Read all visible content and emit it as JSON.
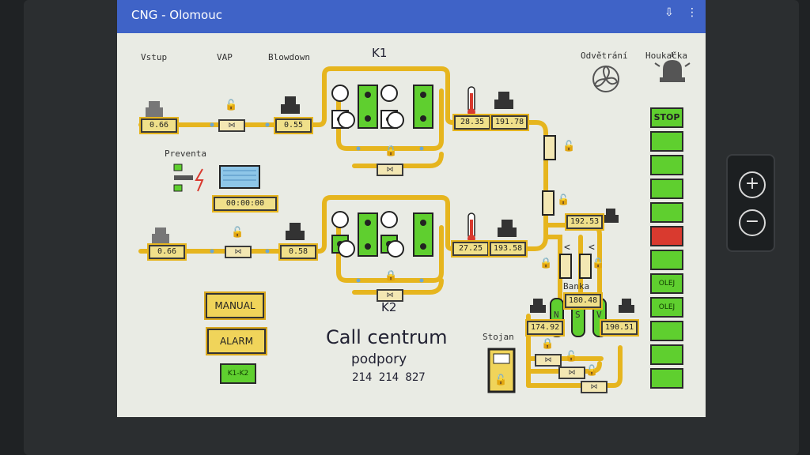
{
  "window": {
    "title": "CNG - Olomouc"
  },
  "labels": {
    "vstup": "Vstup",
    "vap": "VAP",
    "blowdown": "Blowdown",
    "k1": "K1",
    "k2": "K2",
    "odvetrani": "Odvětrání",
    "houkacka": "Houkačka",
    "preventa": "Preventa",
    "banka": "Banka",
    "stojan": "Stojan"
  },
  "readings": {
    "k1_in": "0.66",
    "k1_blowdown": "0.55",
    "k1_temp": "28.35",
    "k1_pressure": "191.78",
    "k2_in": "0.66",
    "k2_blowdown": "0.58",
    "k2_temp": "27.25",
    "k2_pressure": "193.58",
    "junction": "192.53",
    "banka": "180.48",
    "left_tank": "174.92",
    "right_tank": "190.51",
    "preventa_timer": "00:00:00"
  },
  "tanks": {
    "n": "N",
    "s": "S",
    "v": "V"
  },
  "arrows": {
    "left": "<",
    "right": "<"
  },
  "buttons": {
    "manual": "MANUAL",
    "alarm": "ALARM",
    "k1k2": "K1-K2"
  },
  "panel": {
    "stop": "STOP",
    "items": [
      "",
      "",
      "",
      "",
      "",
      "",
      "OLEJ",
      "OLEJ",
      "",
      "",
      "",
      ""
    ]
  },
  "call": {
    "title": "Call centrum",
    "subtitle": "podpory",
    "number": "214 214 827"
  },
  "colors": {
    "pipe": "#e6b51e",
    "accent_green": "#5fcf2f",
    "alarm_red": "#d93a2f",
    "titlebar": "#3f63c7"
  }
}
